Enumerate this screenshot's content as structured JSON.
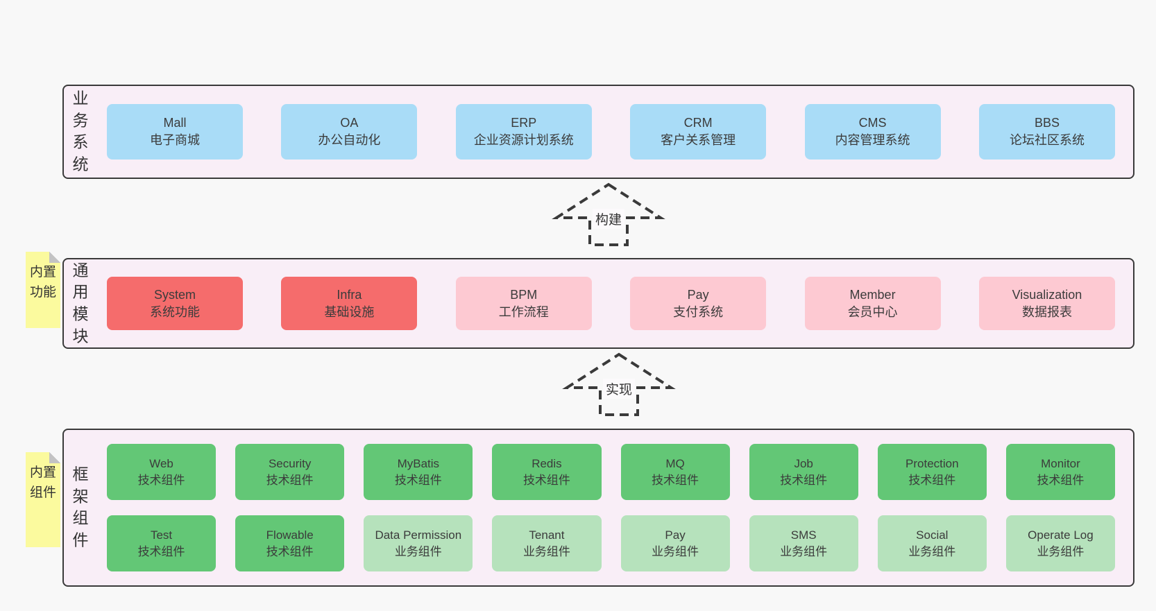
{
  "colors": {
    "page_bg": "#f8f8f8",
    "band_bg": "#f9eef7",
    "band_border": "#3a3a3a",
    "blue": "#a9dcf7",
    "red": "#f56c6c",
    "pink": "#fdc9d2",
    "green": "#63c776",
    "lightgreen": "#b6e2bc",
    "note_yellow": "#fbfa9e"
  },
  "arrows": [
    {
      "label": "构建"
    },
    {
      "label": "实现"
    }
  ],
  "bands": [
    {
      "label": "业务系统",
      "boxes": [
        {
          "title": "Mall",
          "subtitle": "电子商城"
        },
        {
          "title": "OA",
          "subtitle": "办公自动化"
        },
        {
          "title": "ERP",
          "subtitle": "企业资源计划系统"
        },
        {
          "title": "CRM",
          "subtitle": "客户关系管理"
        },
        {
          "title": "CMS",
          "subtitle": "内容管理系统"
        },
        {
          "title": "BBS",
          "subtitle": "论坛社区系统"
        }
      ]
    },
    {
      "label": "通用模块",
      "note": "内置功能",
      "boxes": [
        {
          "title": "System",
          "subtitle": "系统功能"
        },
        {
          "title": "Infra",
          "subtitle": "基础设施"
        },
        {
          "title": "BPM",
          "subtitle": "工作流程"
        },
        {
          "title": "Pay",
          "subtitle": "支付系统"
        },
        {
          "title": "Member",
          "subtitle": "会员中心"
        },
        {
          "title": "Visualization",
          "subtitle": "数据报表"
        }
      ]
    },
    {
      "label": "框架组件",
      "note": "内置组件",
      "rows": [
        [
          {
            "title": "Web",
            "subtitle": "技术组件"
          },
          {
            "title": "Security",
            "subtitle": "技术组件"
          },
          {
            "title": "MyBatis",
            "subtitle": "技术组件"
          },
          {
            "title": "Redis",
            "subtitle": "技术组件"
          },
          {
            "title": "MQ",
            "subtitle": "技术组件"
          },
          {
            "title": "Job",
            "subtitle": "技术组件"
          },
          {
            "title": "Protection",
            "subtitle": "技术组件"
          },
          {
            "title": "Monitor",
            "subtitle": "技术组件"
          }
        ],
        [
          {
            "title": "Test",
            "subtitle": "技术组件"
          },
          {
            "title": "Flowable",
            "subtitle": "技术组件"
          },
          {
            "title": "Data Permission",
            "subtitle": "业务组件"
          },
          {
            "title": "Tenant",
            "subtitle": "业务组件"
          },
          {
            "title": "Pay",
            "subtitle": "业务组件"
          },
          {
            "title": "SMS",
            "subtitle": "业务组件"
          },
          {
            "title": "Social",
            "subtitle": "业务组件"
          },
          {
            "title": "Operate Log",
            "subtitle": "业务组件"
          }
        ]
      ]
    }
  ]
}
